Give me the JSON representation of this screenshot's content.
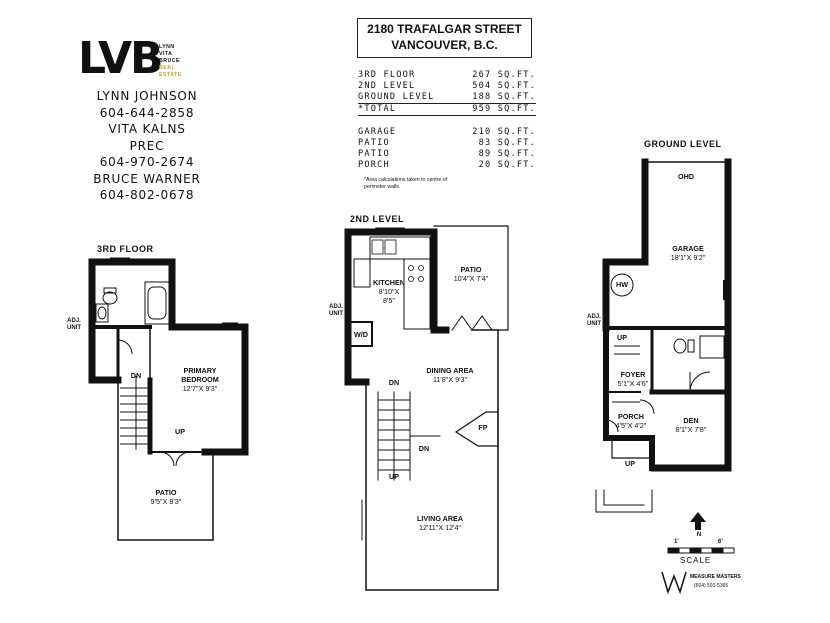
{
  "brand": {
    "logo_text": "LVB",
    "logo_words": [
      "LYNN",
      "VITA",
      "BRUCE",
      "REAL",
      "ESTATE"
    ]
  },
  "contacts": [
    "LYNN JOHNSON",
    "604-644-2858",
    "VITA KALNS",
    "PREC",
    "604-970-2674",
    "BRUCE WARNER",
    "604-802-0678"
  ],
  "address": {
    "line1": "2180 TRAFALGAR STREET",
    "line2": "VANCOUVER, B.C."
  },
  "areas": [
    {
      "name": "3RD FLOOR",
      "value": "267 SQ.FT."
    },
    {
      "name": "2ND LEVEL",
      "value": "504 SQ.FT."
    },
    {
      "name": "GROUND LEVEL",
      "value": "188 SQ.FT."
    },
    {
      "name": "*TOTAL",
      "value": "959 SQ.FT."
    }
  ],
  "other_areas": [
    {
      "name": "GARAGE",
      "value": "210 SQ.FT."
    },
    {
      "name": "PATIO",
      "value": " 83 SQ.FT."
    },
    {
      "name": "PATIO",
      "value": " 89 SQ.FT."
    },
    {
      "name": "PORCH",
      "value": " 20 SQ.FT."
    }
  ],
  "note": "*Area calculations taken to centre of perimeter walls.",
  "floors": {
    "third": {
      "title": "3RD FLOOR",
      "adj": [
        "ADJ.",
        "UNIT"
      ],
      "bedroom": {
        "name": "PRIMARY",
        "name2": "BEDROOM",
        "dim": "12'7\"X 9'3\""
      },
      "patio": {
        "name": "PATIO",
        "dim": "9'5\"X 8'3\""
      },
      "dn": "DN",
      "up": "UP"
    },
    "second": {
      "title": "2ND LEVEL",
      "adj": [
        "ADJ.",
        "UNIT"
      ],
      "kitchen": {
        "name": "KITCHEN",
        "dim": "8'10\"X",
        "dim2": "8'5\""
      },
      "patio": {
        "name": "PATIO",
        "dim": "10'4\"X 7'4\""
      },
      "wd": "W/D",
      "dining": {
        "name": "DINING AREA",
        "dim": "11'8\"X 9'3\""
      },
      "living": {
        "name": "LIVING AREA",
        "dim": "12'11\"X 12'4\""
      },
      "fp": "FP",
      "dn1": "DN",
      "dn2": "DN",
      "up": "UP"
    },
    "ground": {
      "title": "GROUND LEVEL",
      "adj": [
        "ADJ.",
        "UNIT"
      ],
      "ohd": "OHD",
      "garage": {
        "name": "GARAGE",
        "dim": "18'1\"X 9'2\""
      },
      "hw": "HW",
      "foyer": {
        "name": "FOYER",
        "dim": "5'1\"X 4'6\""
      },
      "foyer_up": "UP",
      "porch": {
        "name": "PORCH",
        "dim": "4'5\"X 4'2\""
      },
      "den": {
        "name": "DEN",
        "dim": "8'1\"X 7'8\""
      },
      "up": "UP"
    }
  },
  "compass": {
    "label": "N"
  },
  "scale": {
    "label": "SCALE",
    "tick_start": "1'",
    "tick_end": "6'"
  },
  "measurer": {
    "name": "MEASURE MASTERS",
    "phone": "(604) 591-5365"
  }
}
